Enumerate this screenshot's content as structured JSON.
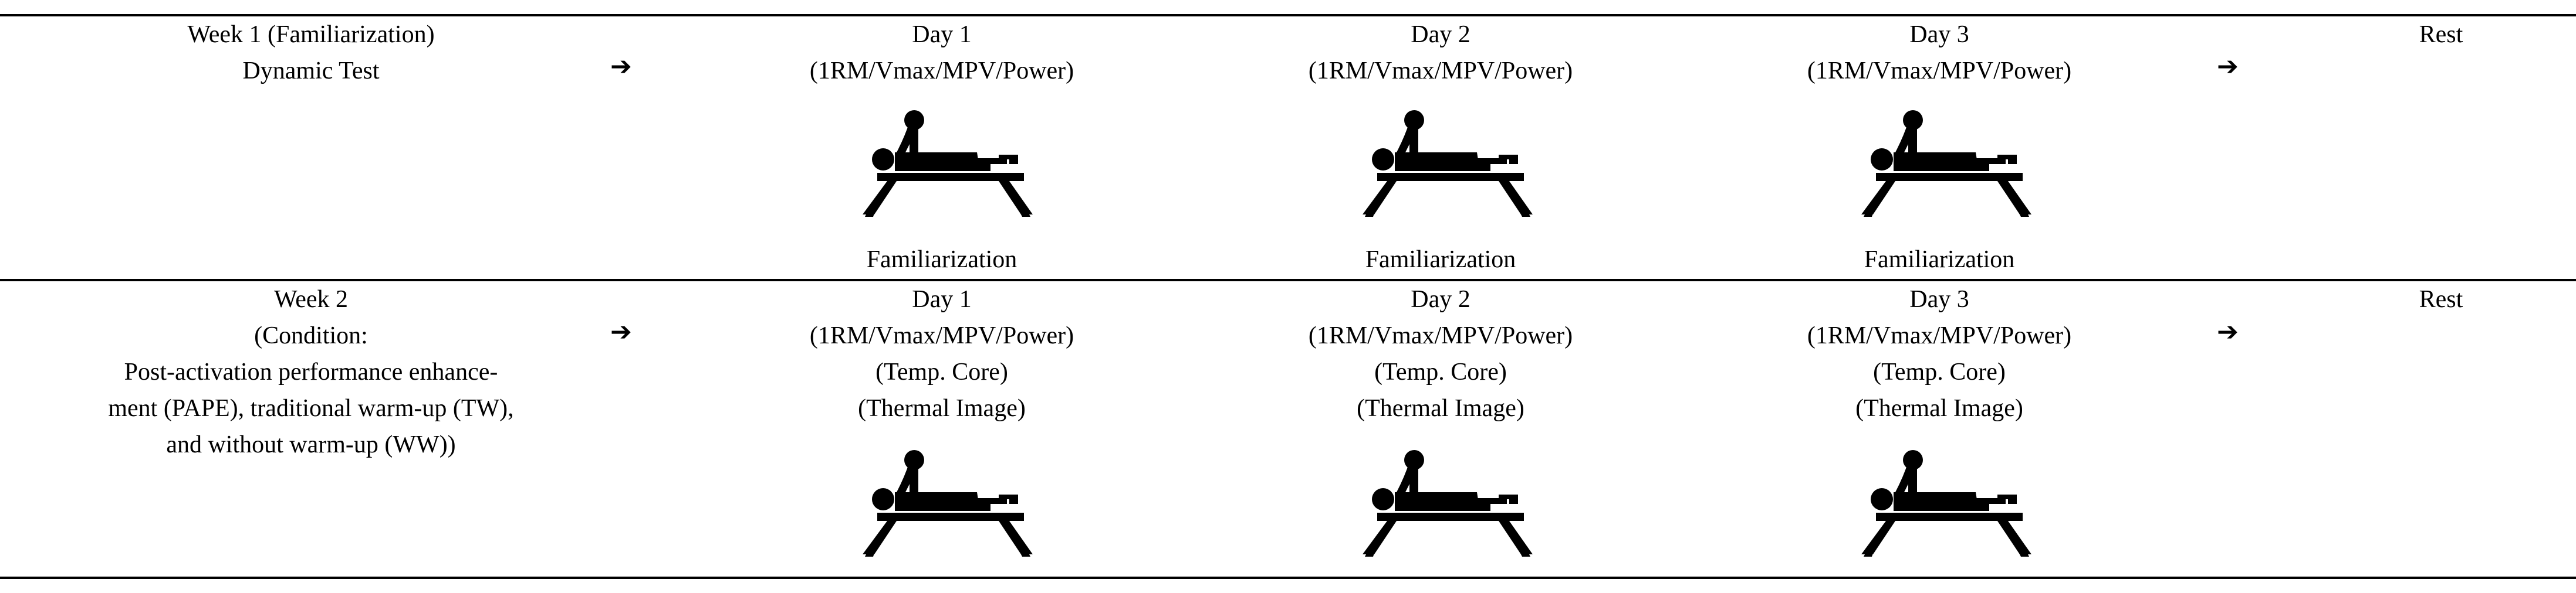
{
  "row1": {
    "label_lines": [
      "Week 1 (Familiarization)",
      "Dynamic Test"
    ],
    "arrow": "➔",
    "day1": {
      "title": "Day 1",
      "measures": "(1RM/Vmax/MPV/Power)",
      "caption": "Familiarization"
    },
    "day2": {
      "title": "Day 2",
      "measures": "(1RM/Vmax/MPV/Power)",
      "caption": "Familiarization"
    },
    "day3": {
      "title": "Day 3",
      "measures": "(1RM/Vmax/MPV/Power)",
      "caption": "Familiarization"
    },
    "arrow2": "➔",
    "rest": "Rest"
  },
  "row2": {
    "label_lines": [
      "Week 2",
      "(Condition:",
      "Post-activation performance enhance-",
      "ment (PAPE), traditional warm-up (TW),",
      "and without warm-up (WW))"
    ],
    "arrow": "➔",
    "day1": {
      "title": "Day 1",
      "measures": "(1RM/Vmax/MPV/Power)",
      "core": "(Temp. Core)",
      "thermal": "(Thermal Image)"
    },
    "day2": {
      "title": "Day 2",
      "measures": "(1RM/Vmax/MPV/Power)",
      "core": "(Temp. Core)",
      "thermal": "(Thermal Image)"
    },
    "day3": {
      "title": "Day 3",
      "measures": "(1RM/Vmax/MPV/Power)",
      "core": "(Temp. Core)",
      "thermal": "(Thermal Image)"
    },
    "arrow2": "➔",
    "rest": "Rest"
  },
  "icons": {
    "bench": "bench-press-icon"
  }
}
